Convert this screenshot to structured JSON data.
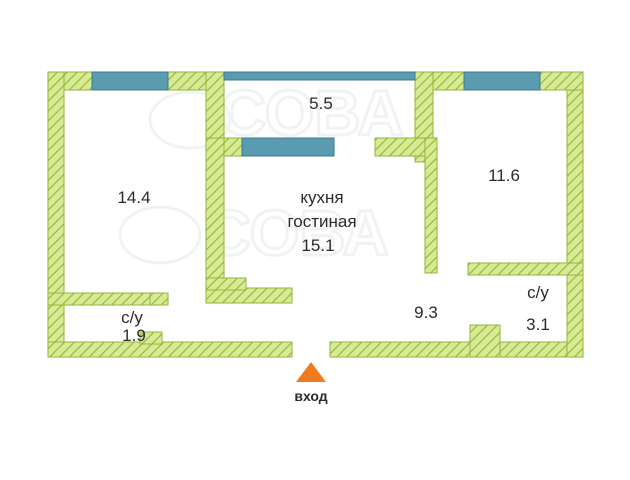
{
  "plan": {
    "rooms": [
      {
        "key": "bedroom_left",
        "area": "14.4"
      },
      {
        "key": "balcony",
        "area": "5.5"
      },
      {
        "key": "kitchen_line1",
        "text": "кухня"
      },
      {
        "key": "kitchen_line2",
        "text": "гостиная"
      },
      {
        "key": "kitchen_area",
        "area": "15.1"
      },
      {
        "key": "bedroom_right",
        "area": "11.6"
      },
      {
        "key": "hall",
        "area": "9.3"
      },
      {
        "key": "bath_left_label",
        "text": "с/у"
      },
      {
        "key": "bath_left_area",
        "area": "1.9"
      },
      {
        "key": "bath_right_label",
        "text": "с/у"
      },
      {
        "key": "bath_right_area",
        "area": "3.1"
      }
    ],
    "entrance": {
      "label": "вход"
    },
    "watermark": {
      "text": "СОВА"
    },
    "colors": {
      "wall_fill": "#c9df7c",
      "wall_hatch": "#8fb53a",
      "window": "#5a9bb0",
      "arrow": "#f07a1e"
    }
  }
}
